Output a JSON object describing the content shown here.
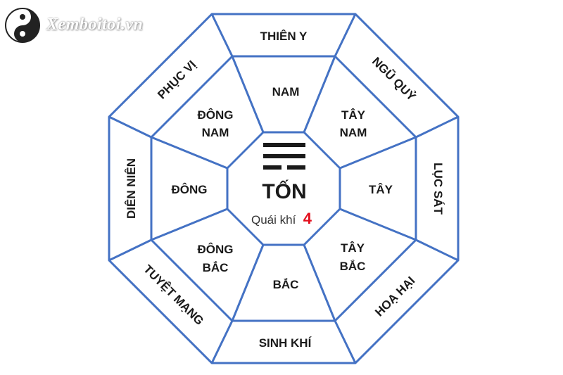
{
  "logo": {
    "text": "Xemboitoi.vn",
    "icon": "yin-yang-icon"
  },
  "center": {
    "trigram": "TỐN",
    "quai_label": "Quái khí",
    "quai_value": "4",
    "accent_color": "#e3101e",
    "trigram_icon": "xun-trigram-icon"
  },
  "directions": {
    "north": "BẮC",
    "northeast": [
      "ĐÔNG",
      "BẮC"
    ],
    "east": "ĐÔNG",
    "southeast": [
      "ĐÔNG",
      "NAM"
    ],
    "south": "NAM",
    "southwest": [
      "TÂY",
      "NAM"
    ],
    "west": "TÂY",
    "northwest": [
      "TÂY",
      "BẮC"
    ]
  },
  "stars": {
    "south": "THIÊN Y",
    "southwest": "NGŨ QUỶ",
    "west": "LỤC SÁT",
    "northwest": "HOẠ HẠI",
    "north": "SINH KHÍ",
    "northeast": "TUYỆT MẠNG",
    "east": "DIÊN NIÊN",
    "southeast": "PHỤC VỊ"
  },
  "colors": {
    "line": "#4472c4",
    "text": "#1a1a1a"
  }
}
